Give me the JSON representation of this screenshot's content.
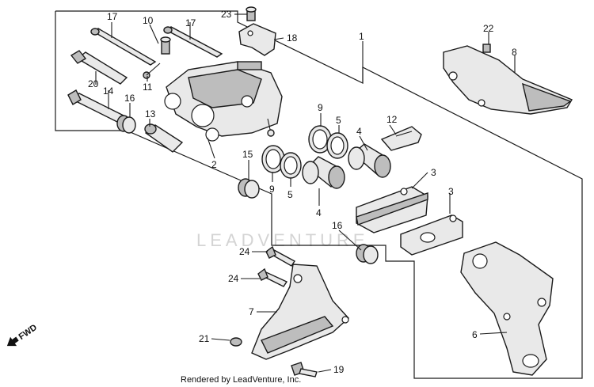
{
  "watermark": "LEADVENTURE",
  "footer": "Rendered by LeadVenture, Inc.",
  "fwd_label": "FWD",
  "callouts": {
    "p1": "1",
    "p2": "2",
    "p3a": "3",
    "p3b": "3",
    "p4a": "4",
    "p4b": "4",
    "p5a": "5",
    "p5b": "5",
    "p6": "6",
    "p7": "7",
    "p8": "8",
    "p9a": "9",
    "p9b": "9",
    "p10": "10",
    "p11": "11",
    "p12": "12",
    "p13": "13",
    "p14": "14",
    "p15": "15",
    "p16a": "16",
    "p16b": "16",
    "p17a": "17",
    "p17b": "17",
    "p18": "18",
    "p19": "19",
    "p20": "20",
    "p21": "21",
    "p22": "22",
    "p23": "23",
    "p24a": "24",
    "p24b": "24"
  }
}
